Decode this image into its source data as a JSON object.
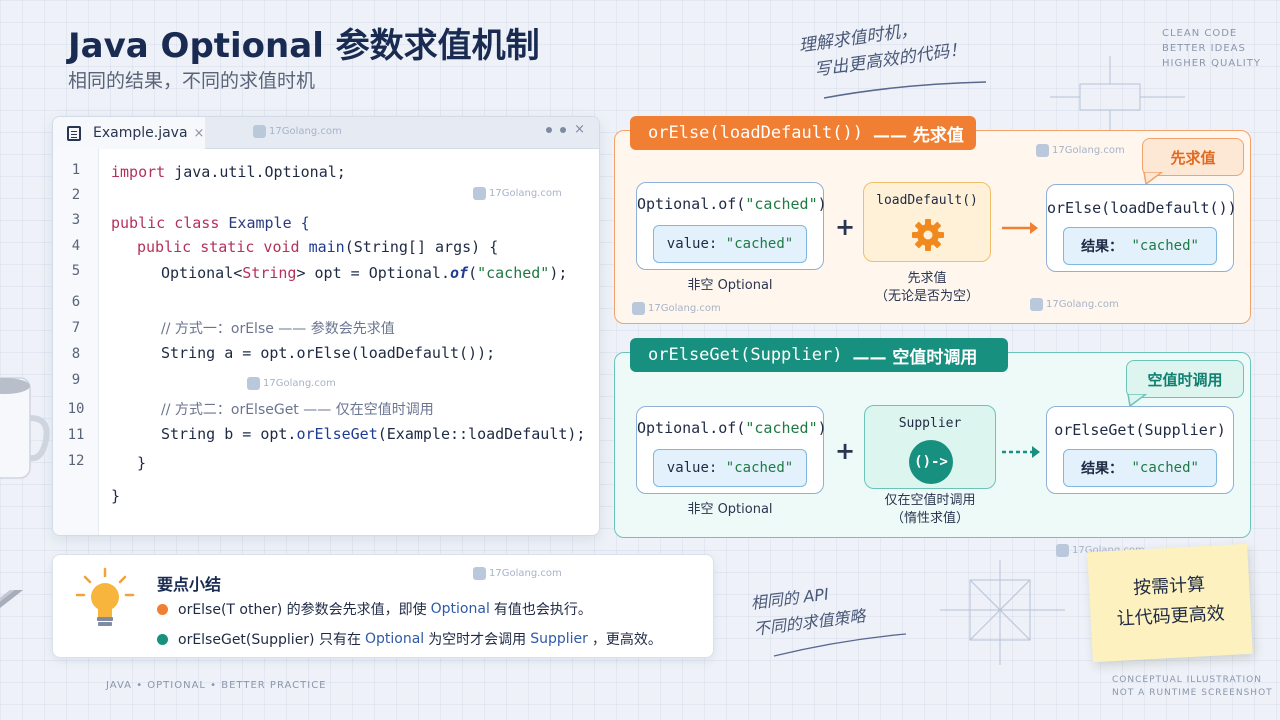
{
  "header": {
    "title": "Java Optional 参数求值机制",
    "subtitle": "相同的结果，不同的求值时机",
    "hand_note_line1": "理解求值时机，",
    "hand_note_line2": "写出更高效的代码！",
    "tag_lines": [
      "CLEAN CODE",
      "BETTER IDEAS",
      "HIGHER QUALITY"
    ]
  },
  "editor": {
    "tab_label": "Example.java",
    "tab_close": "×",
    "window_close": "×",
    "line_numbers": [
      "1",
      "2",
      "3",
      "4",
      "5",
      "6",
      "7",
      "8",
      "9",
      "10",
      "11",
      "12"
    ],
    "code": {
      "l1_kw": "import",
      "l1_rest": " java.util.Optional;",
      "l3_kw": "public class",
      "l3_rest": " Example {",
      "l4_kw": "public static void",
      "l4_mth": " main",
      "l4_rest": "(String[] args) {",
      "l5_a": "Optional<",
      "l5_b": "String",
      "l5_c": "> opt = Optional.",
      "l5_of": "of",
      "l5_d": "(",
      "l5_str": "\"cached\"",
      "l5_e": ");",
      "l7_cmt": "// 方式一：orElse —— 参数会先求值",
      "l8_code": "String a = opt.orElse(loadDefault());",
      "l10_cmt": "// 方式二：orElseGet —— 仅在空值时调用",
      "l11_a": "String b = opt.",
      "l11_mth": "orElseGet",
      "l11_b": "(Example::loadDefault);",
      "l12_brace": "}",
      "l13_brace": "}"
    }
  },
  "summary": {
    "title": "要点小结",
    "item1_a": "orElse(T other) 的参数会先求值，即使",
    "item1_hl": "Optional",
    "item1_b": "有值也会执行。",
    "item2_a": "orElseGet(Supplier) 只有在",
    "item2_hl": "Optional",
    "item2_b": "为空时才会调用",
    "item2_hl2": "Supplier",
    "item2_c": "，更高效。",
    "colors": {
      "orange": "#f07f34",
      "teal": "#18907f"
    }
  },
  "footer_tags": "JAVA   •   OPTIONAL   •   BETTER PRACTICE",
  "orelse_flow": {
    "header_mono": "orElse(loadDefault())",
    "header_text": "—— 先求值",
    "badge": "先求值",
    "left_title_a": "Optional.of(",
    "left_title_s": "\"cached\"",
    "left_title_b": ")",
    "left_inner_a": "value:",
    "left_inner_s": "\"cached\"",
    "left_caption": "非空 Optional",
    "plus": "+",
    "mid_title": "loadDefault()",
    "mid_icon": "gear-icon",
    "mid_caption1": "先求值",
    "mid_caption2": "（无论是否为空）",
    "right_title": "orElse(loadDefault())",
    "right_inner_a": "结果：",
    "right_inner_s": "\"cached\""
  },
  "orelseget_flow": {
    "header_mono": "orElseGet(Supplier)",
    "header_text": "—— 空值时调用",
    "badge": "空值时调用",
    "left_title_a": "Optional.of(",
    "left_title_s": "\"cached\"",
    "left_title_b": ")",
    "left_inner_a": "value:",
    "left_inner_s": "\"cached\"",
    "left_caption": "非空 Optional",
    "plus": "+",
    "mid_title": "Supplier",
    "mid_symbol": "()->",
    "mid_caption1": "仅在空值时调用",
    "mid_caption2": "（惰性求值）",
    "right_title": "orElseGet(Supplier)",
    "right_inner_a": "结果：",
    "right_inner_s": "\"cached\""
  },
  "sticky_note": {
    "line1": "按需计算",
    "line2": "让代码更高效"
  },
  "bottom_note": {
    "line1": "相同的 API",
    "line2": "不同的求值策略"
  },
  "concept_lines": [
    "CONCEPTUAL ILLUSTRATION",
    "NOT A RUNTIME SCREENSHOT"
  ],
  "watermark": "17Golang.com"
}
